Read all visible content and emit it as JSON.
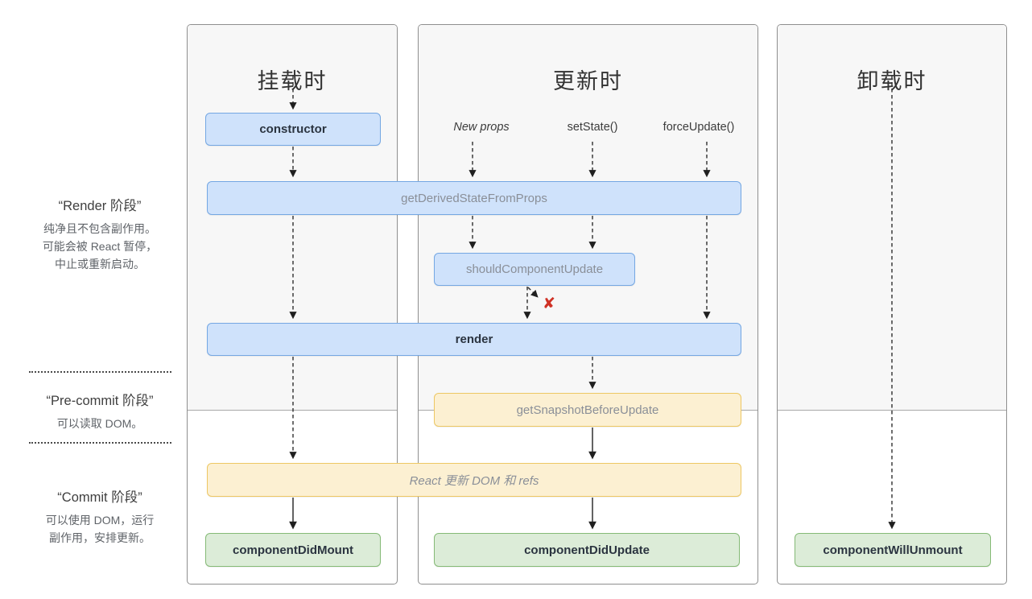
{
  "columns": [
    {
      "title": "挂载时"
    },
    {
      "title": "更新时"
    },
    {
      "title": "卸载时"
    }
  ],
  "phase_labels": {
    "render": {
      "title": "“Render 阶段”",
      "lines": [
        "纯净且不包含副作用。",
        "可能会被 React 暂停，",
        "中止或重新启动。"
      ]
    },
    "pre_commit": {
      "title": "“Pre-commit 阶段”",
      "lines": [
        "可以读取 DOM。"
      ]
    },
    "commit": {
      "title": "“Commit 阶段”",
      "lines": [
        "可以使用 DOM，运行",
        "副作用，安排更新。"
      ]
    }
  },
  "update_triggers": {
    "new_props": "New props",
    "set_state": "setState()",
    "force_update": "forceUpdate()"
  },
  "methods": {
    "constructor": "constructor",
    "get_derived_state_from_props": "getDerivedStateFromProps",
    "should_component_update": "shouldComponentUpdate",
    "render": "render",
    "get_snapshot_before_update": "getSnapshotBeforeUpdate",
    "react_updates_dom_refs": "React 更新 DOM 和 refs",
    "component_did_mount": "componentDidMount",
    "component_did_update": "componentDidUpdate",
    "component_will_unmount": "componentWillUnmount"
  },
  "icons": {
    "cancel_update_icon": "✘"
  },
  "colors": {
    "lifecycle_blue_fill": "#cfe2fb",
    "lifecycle_blue_border": "#74a7e3",
    "snapshot_yellow_fill": "#fcf0d2",
    "snapshot_yellow_border": "#edc763",
    "commit_green_fill": "#dcecd8",
    "commit_green_border": "#85ba76",
    "cancel_red": "#cf3125",
    "render_phase_gray": "#f7f7f7"
  }
}
